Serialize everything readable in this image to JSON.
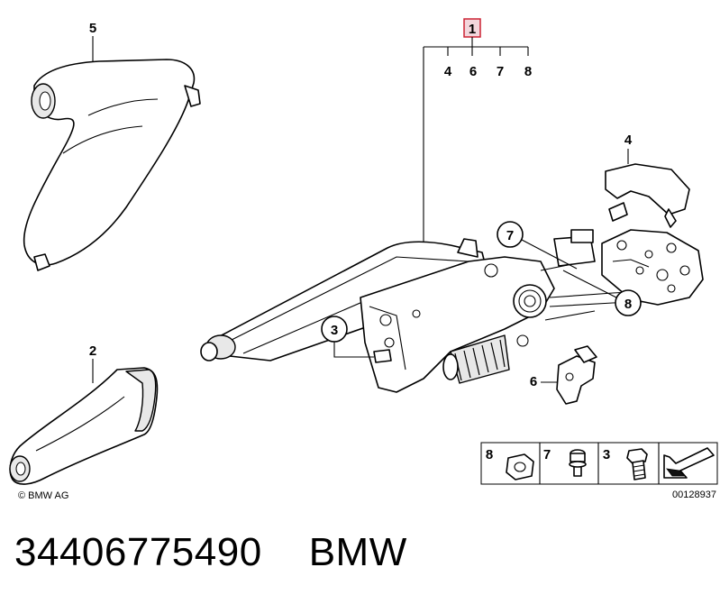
{
  "diagram": {
    "callouts": {
      "main": "1",
      "sub": [
        "4",
        "6",
        "7",
        "8"
      ],
      "grip_cover": "5",
      "handle_sleeve": "2",
      "cover_part": "4",
      "circle_7": "7",
      "circle_8": "8",
      "circle_3": "3",
      "bracket": "6"
    },
    "copyright": "© BMW AG",
    "legend": {
      "cells": [
        {
          "num": "8",
          "icon": "nut-icon"
        },
        {
          "num": "7",
          "icon": "pin-bolt-icon"
        },
        {
          "num": "3",
          "icon": "bolt-icon"
        },
        {
          "num": "",
          "icon": "direction-arrow-icon"
        }
      ],
      "image_id": "00128937"
    },
    "highlight_color": "#cc2233"
  },
  "footer": {
    "part_number": "34406775490",
    "brand": "BMW"
  }
}
